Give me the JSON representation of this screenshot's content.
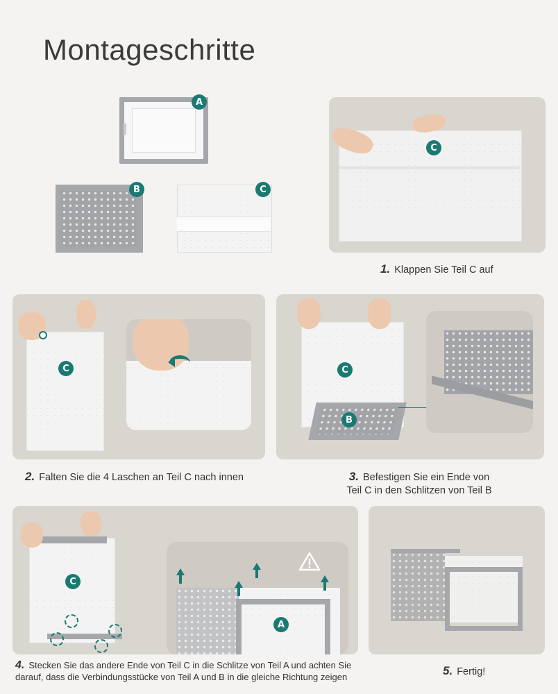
{
  "page": {
    "title": "Montageschritte"
  },
  "parts": {
    "a": "A",
    "b": "B",
    "c": "C"
  },
  "steps": [
    {
      "num": "1.",
      "text": "Klappen Sie Teil C auf"
    },
    {
      "num": "2.",
      "text": "Falten Sie die 4 Laschen an Teil C nach innen"
    },
    {
      "num": "3.",
      "text_line1": "Befestigen Sie ein Ende von",
      "text_line2": "Teil C in den Schlitzen von Teil B"
    },
    {
      "num": "4.",
      "text_line1": "Stecken Sie das andere Ende von Teil C in die Schlitze von Teil A und achten Sie",
      "text_line2": "darauf, dass die Verbindungsstücke von Teil A und B in die gleiche Richtung zeigen"
    },
    {
      "num": "5.",
      "text": "Fertig!"
    }
  ],
  "icons": {
    "warning": "warning-icon",
    "fold_arrow": "curved-arrow-icon",
    "up_arrow": "up-arrow-icon"
  },
  "colors": {
    "accent": "#1a7a72",
    "panel": "#d9d6d0",
    "background": "#f4f3f1"
  }
}
